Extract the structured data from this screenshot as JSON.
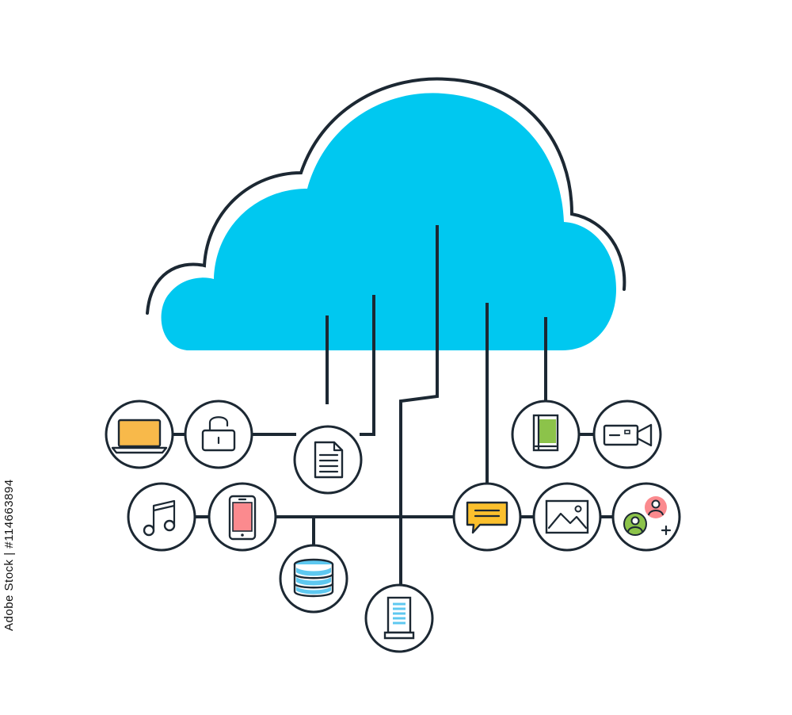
{
  "stock_id": "Adobe Stock | #114663894",
  "colors": {
    "cloud_fill": "#00c8f0",
    "line": "#1c2833",
    "laptop_screen": "#f8b94a",
    "phone_screen": "#fb8a8e",
    "book_cover": "#8cc34a",
    "chat_bubble": "#fbc02d",
    "server_stripes": "#5ec8f0",
    "contact_green": "#8cc34a",
    "contact_pink": "#fb8a8e"
  },
  "nodes": [
    {
      "name": "laptop-node",
      "icon": "laptop-icon"
    },
    {
      "name": "lock-node",
      "icon": "lock-icon"
    },
    {
      "name": "document-node",
      "icon": "document-icon"
    },
    {
      "name": "music-node",
      "icon": "music-note-icon"
    },
    {
      "name": "phone-node",
      "icon": "smartphone-icon"
    },
    {
      "name": "database-node",
      "icon": "database-icon"
    },
    {
      "name": "server-node",
      "icon": "server-icon"
    },
    {
      "name": "chat-node",
      "icon": "chat-bubble-icon"
    },
    {
      "name": "image-node",
      "icon": "image-icon"
    },
    {
      "name": "contacts-node",
      "icon": "add-contact-icon"
    },
    {
      "name": "book-node",
      "icon": "book-icon"
    },
    {
      "name": "video-node",
      "icon": "video-camera-icon"
    }
  ]
}
